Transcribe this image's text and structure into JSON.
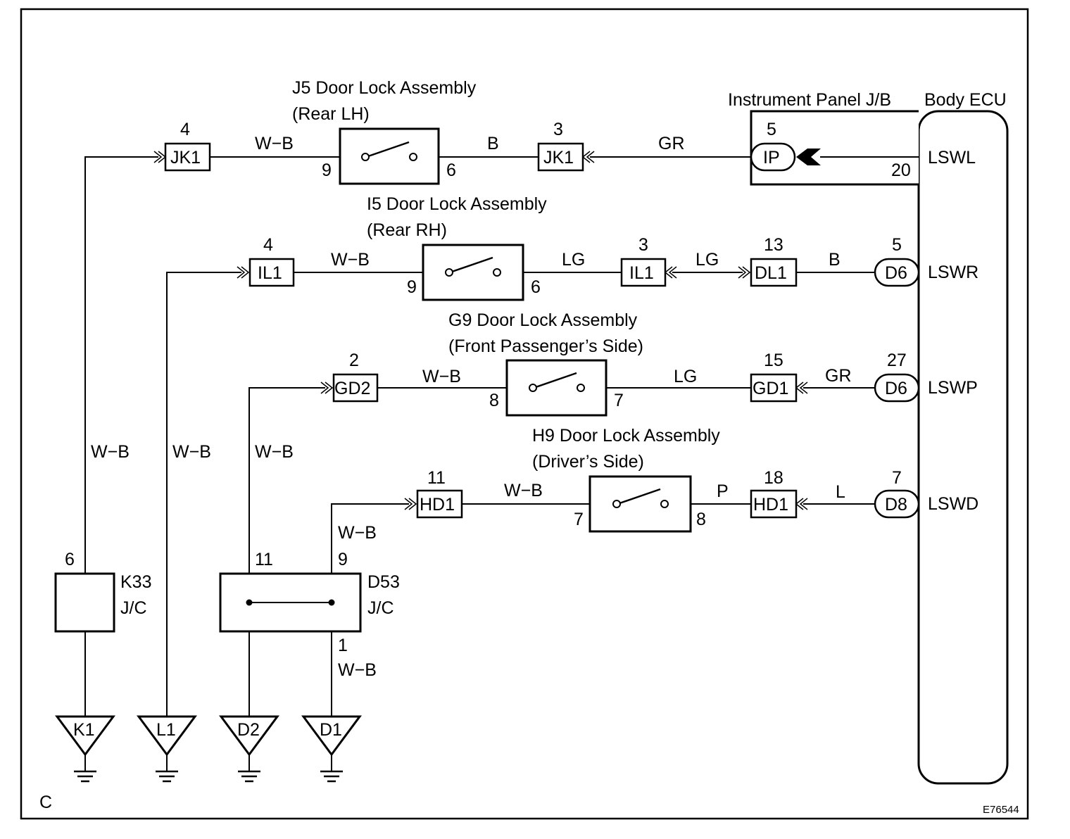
{
  "diagram_letter": "C",
  "figure_code": "E76544",
  "components": {
    "j5": {
      "title": "J5 Door Lock Assembly",
      "subtitle": "(Rear LH)",
      "pin_in": "9",
      "pin_out": "6"
    },
    "i5": {
      "title": "I5 Door Lock Assembly",
      "subtitle": "(Rear RH)",
      "pin_in": "9",
      "pin_out": "6"
    },
    "g9": {
      "title": "G9 Door Lock Assembly",
      "subtitle": "(Front Passenger’s Side)",
      "pin_in": "8",
      "pin_out": "7"
    },
    "h9": {
      "title": "H9 Door Lock Assembly",
      "subtitle": "(Driver’s Side)",
      "pin_in": "7",
      "pin_out": "8"
    },
    "ip_jb": {
      "title": "Instrument Panel J/B",
      "connector": "IP",
      "pin": "5",
      "ecu_pin": "20"
    },
    "ecu": {
      "title": "Body ECU",
      "terminals": [
        "LSWL",
        "LSWR",
        "LSWP",
        "LSWD"
      ]
    },
    "k33": {
      "name": "K33",
      "type": "J/C",
      "pin": "6"
    },
    "d53": {
      "name": "D53",
      "type": "J/C",
      "pins": [
        "11",
        "9",
        "1"
      ]
    }
  },
  "connectors": {
    "jk1_left": {
      "label": "JK1",
      "pin": "4"
    },
    "jk1_right": {
      "label": "JK1",
      "pin": "3"
    },
    "il1_left": {
      "label": "IL1",
      "pin": "4"
    },
    "il1_right": {
      "label": "IL1",
      "pin": "3"
    },
    "dl1": {
      "label": "DL1",
      "pin": "13"
    },
    "d6_r": {
      "label": "D6",
      "pin": "5"
    },
    "gd2": {
      "label": "GD2",
      "pin": "2"
    },
    "gd1": {
      "label": "GD1",
      "pin": "15"
    },
    "d6_p": {
      "label": "D6",
      "pin": "27"
    },
    "hd1_left": {
      "label": "HD1",
      "pin": "11"
    },
    "hd1_right": {
      "label": "HD1",
      "pin": "18"
    },
    "d8": {
      "label": "D8",
      "pin": "7"
    }
  },
  "wires": {
    "wb": "W−B",
    "b": "B",
    "gr": "GR",
    "lg": "LG",
    "p": "P",
    "l": "L"
  },
  "grounds": [
    "K1",
    "L1",
    "D2",
    "D1"
  ]
}
